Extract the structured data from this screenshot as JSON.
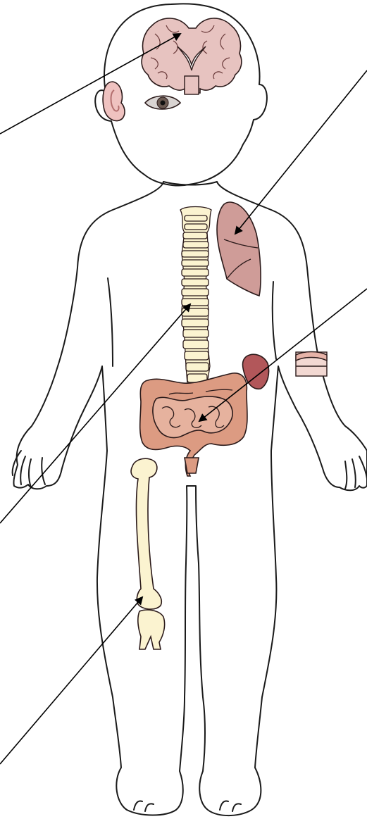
{
  "figure": {
    "background": "#ffffff",
    "outline_color": "#1a1a1a",
    "pointer_color": "#000000"
  },
  "organs": [
    {
      "id": "brain",
      "fill": "#e7c3c0"
    },
    {
      "id": "eye",
      "fill": "#d9d4d2"
    },
    {
      "id": "ear",
      "fill": "#efc2c0"
    },
    {
      "id": "lung",
      "fill": "#cf9c98"
    },
    {
      "id": "spine",
      "fill": "#fbf3d0"
    },
    {
      "id": "spleen",
      "fill": "#b2575a"
    },
    {
      "id": "intestines",
      "fill": "#dc9b82"
    },
    {
      "id": "femur",
      "fill": "#fbf3d0"
    },
    {
      "id": "skin-sample",
      "fill": "#f2d8d2"
    }
  ],
  "pointers": [
    {
      "target": "brain"
    },
    {
      "target": "lung"
    },
    {
      "target": "intestines"
    },
    {
      "target": "spine"
    },
    {
      "target": "femur"
    }
  ]
}
